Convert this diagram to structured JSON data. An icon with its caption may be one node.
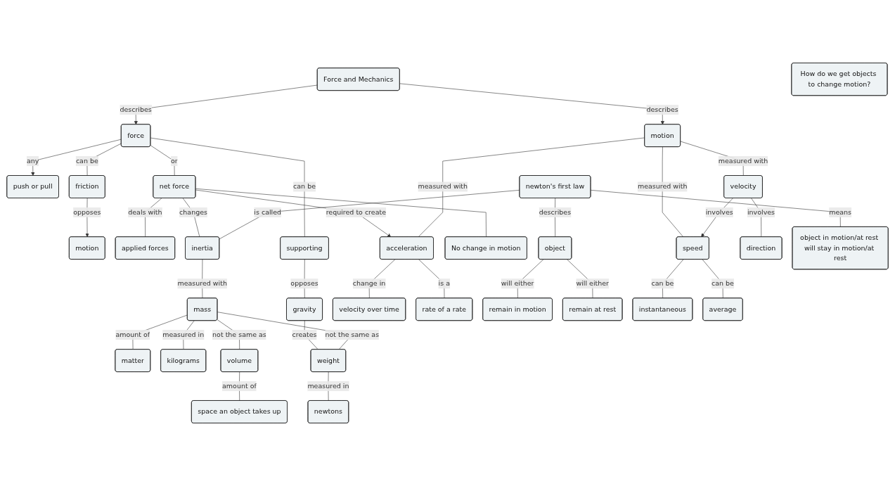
{
  "diagram": {
    "nodes": [
      {
        "text": [
          "Force and Mechanics"
        ]
      },
      {
        "text": [
          "How do we get objects to change motion?"
        ]
      },
      {
        "text": [
          "force"
        ]
      },
      {
        "text": [
          "motion"
        ]
      },
      {
        "text": [
          "push or pull"
        ]
      },
      {
        "text": [
          "newton's first law"
        ]
      },
      {
        "text": [
          "net force"
        ]
      },
      {
        "text": [
          "friction"
        ]
      },
      {
        "text": [
          "motion"
        ]
      },
      {
        "text": [
          "applied forces"
        ]
      },
      {
        "text": [
          "supporting"
        ]
      },
      {
        "text": [
          "inertia"
        ]
      },
      {
        "text": [
          "object"
        ]
      },
      {
        "text": [
          "No change in motion"
        ]
      },
      {
        "text": [
          "acceleration"
        ]
      },
      {
        "text": [
          "mass"
        ]
      },
      {
        "text": [
          "matter"
        ]
      },
      {
        "text": [
          "gravity"
        ]
      },
      {
        "text": [
          "velocity"
        ]
      },
      {
        "text": [
          "kilograms"
        ]
      },
      {
        "text": [
          "speed"
        ]
      },
      {
        "text": [
          "velocity over time"
        ]
      },
      {
        "text": [
          "rate of a rate"
        ]
      },
      {
        "text": [
          "direction"
        ]
      },
      {
        "text": [
          "remain in motion"
        ]
      },
      {
        "text": [
          "weight"
        ]
      },
      {
        "text": [
          "remain at rest"
        ]
      },
      {
        "text": [
          "instantaneous"
        ]
      },
      {
        "text": [
          "average"
        ]
      },
      {
        "text": [
          "volume"
        ]
      },
      {
        "text": [
          "object in motion/at rest will stay in motion/at rest"
        ]
      },
      {
        "text": [
          "space an object takes up"
        ]
      },
      {
        "text": [
          "newtons"
        ]
      }
    ],
    "edges": [
      {
        "from": 0,
        "to": 2,
        "label": "describes",
        "arrow": "to"
      },
      {
        "from": 0,
        "to": 3,
        "label": "describes",
        "arrow": "to"
      },
      {
        "from": 2,
        "to": 6,
        "label": "or",
        "arrow": "none"
      },
      {
        "from": 2,
        "to": 4,
        "label": "any",
        "arrow": "to"
      },
      {
        "from": 2,
        "to": 7,
        "label": "can be",
        "arrow": "none"
      },
      {
        "from": 2,
        "to": 10,
        "label": "can be",
        "arrow": "none"
      },
      {
        "from": 7,
        "to": 8,
        "label": "opposes",
        "arrow": "to"
      },
      {
        "from": 6,
        "to": 11,
        "label": "changes",
        "arrow": "none"
      },
      {
        "from": 6,
        "to": 9,
        "label": "deals with",
        "arrow": "none"
      },
      {
        "from": 6,
        "to": 13,
        "arrow": "none"
      },
      {
        "from": 6,
        "to": 14,
        "label": "required to create",
        "arrow": "to"
      },
      {
        "from": 10,
        "to": 17,
        "label": "opposes",
        "arrow": "none"
      },
      {
        "from": 17,
        "to": 25,
        "label": "creates",
        "arrow": "none"
      },
      {
        "from": 3,
        "to": 20,
        "label": "measured with",
        "arrow": "none"
      },
      {
        "from": 3,
        "to": 18,
        "label": "measured with",
        "arrow": "none"
      },
      {
        "from": 3,
        "to": 14,
        "label": "measured with",
        "arrow": "none"
      },
      {
        "from": 5,
        "to": 30,
        "label": "means",
        "arrow": "none"
      },
      {
        "from": 5,
        "to": 12,
        "label": "describes",
        "arrow": "none"
      },
      {
        "from": 5,
        "to": 11,
        "label": "is called",
        "arrow": "none"
      },
      {
        "from": 11,
        "to": 15,
        "label": "measured with",
        "arrow": "none"
      },
      {
        "from": 12,
        "to": 24,
        "label": "will either",
        "arrow": "none"
      },
      {
        "from": 12,
        "to": 26,
        "label": "will either",
        "arrow": "none"
      },
      {
        "from": 15,
        "to": 19,
        "label": "measured in",
        "arrow": "none"
      },
      {
        "from": 15,
        "to": 16,
        "label": "amount of",
        "arrow": "none"
      },
      {
        "from": 15,
        "to": 29,
        "label": "not the same as",
        "arrow": "none"
      },
      {
        "from": 15,
        "to": 25,
        "label": "not the same as",
        "arrow": "none"
      },
      {
        "from": 25,
        "to": 32,
        "label": "measured in",
        "arrow": "none"
      },
      {
        "from": 29,
        "to": 31,
        "label": "amount of",
        "arrow": "none"
      },
      {
        "from": 18,
        "to": 20,
        "label": "involves",
        "arrow": "to"
      },
      {
        "from": 18,
        "to": 23,
        "label": "involves",
        "arrow": "none"
      },
      {
        "from": 20,
        "to": 27,
        "label": "can be",
        "arrow": "none"
      },
      {
        "from": 20,
        "to": 28,
        "label": "can be",
        "arrow": "none"
      },
      {
        "from": 14,
        "to": 21,
        "label": "change in",
        "arrow": "none"
      },
      {
        "from": 14,
        "to": 22,
        "label": "is a",
        "arrow": "none"
      }
    ]
  }
}
